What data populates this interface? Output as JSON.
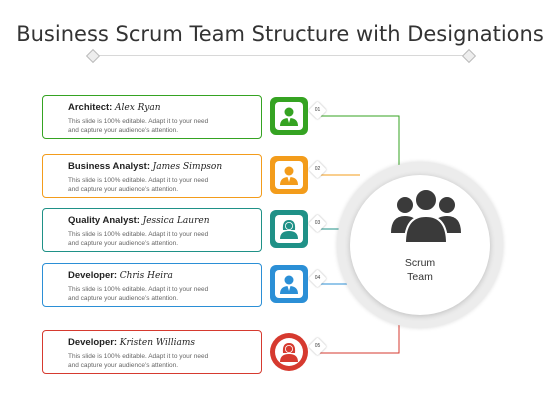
{
  "title": "Business Scrum Team Structure with Designations",
  "hub": {
    "line1": "Scrum",
    "line2": "Team"
  },
  "members": [
    {
      "role": "Architect:",
      "name": "Alex Ryan",
      "line1": "This slide is 100% editable. Adapt it to your need",
      "line2": "and capture your audience’s attention.",
      "num": "01",
      "color": "#35a322",
      "icon": "businessman-icon"
    },
    {
      "role": "Business Analyst:",
      "name": "James Simpson",
      "line1": "This slide is 100% editable. Adapt it to your need",
      "line2": "and capture your audience’s attention.",
      "num": "02",
      "color": "#f39c1b",
      "icon": "businessman-icon"
    },
    {
      "role": "Quality Analyst:",
      "name": "Jessica Lauren",
      "line1": "This slide is 100% editable. Adapt it to your need",
      "line2": "and capture your audience’s attention.",
      "num": "03",
      "color": "#1f9187",
      "icon": "businesswoman-icon"
    },
    {
      "role": "Developer:",
      "name": "Chris Heira",
      "line1": "This slide is 100% editable. Adapt it to your need",
      "line2": "and capture your audience’s attention.",
      "num": "04",
      "color": "#2b8fd6",
      "icon": "businessman-icon"
    },
    {
      "role": "Developer:",
      "name": "Kristen Williams",
      "line1": "This slide is 100% editable. Adapt it to your need",
      "line2": "and capture your audience’s attention.",
      "num": "05",
      "color": "#d63a2f",
      "icon": "businesswoman-icon"
    }
  ]
}
